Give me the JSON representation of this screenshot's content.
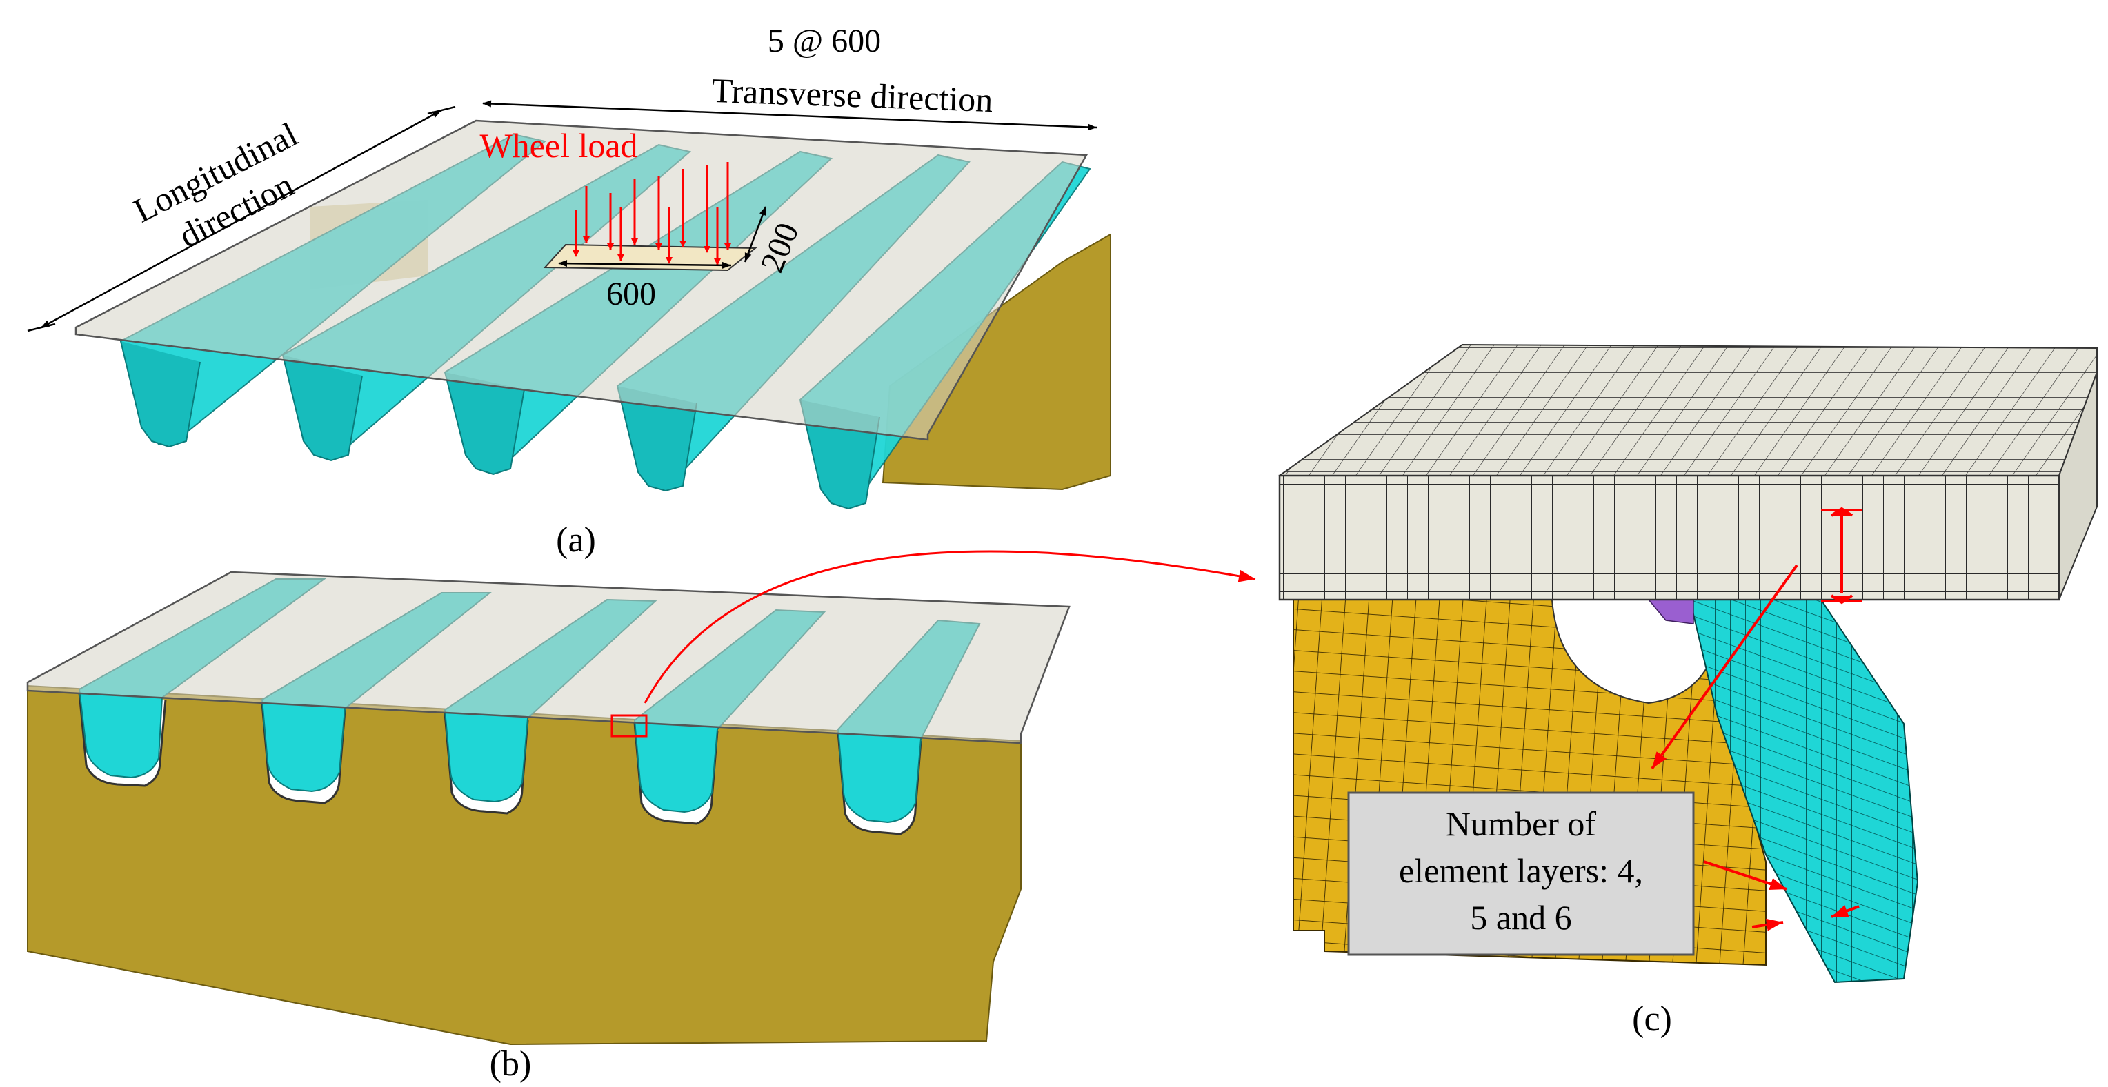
{
  "labels": {
    "spacing": "5 @ 600",
    "transverse": "Transverse direction",
    "longitudinal_1": "Longitudinal",
    "longitudinal_2": "direction",
    "wheel_load": "Wheel load",
    "dim_600": "600",
    "dim_200": "200",
    "panel_a": "(a)",
    "panel_b": "(b)",
    "panel_c": "(c)",
    "layers_line1": "Number of",
    "layers_line2": "element layers: 4,",
    "layers_line3": "5 and 6"
  },
  "colors": {
    "rib": "#1fd6d6",
    "rib_dark": "#0fa8a8",
    "deck": "#c9c7bc",
    "diaphragm": "#b59a2a",
    "mesh_deck": "#e8e7dc",
    "mesh_diaphragm": "#e3b21a",
    "annotation": "#ff0000",
    "purple": "#9a5fd0"
  }
}
